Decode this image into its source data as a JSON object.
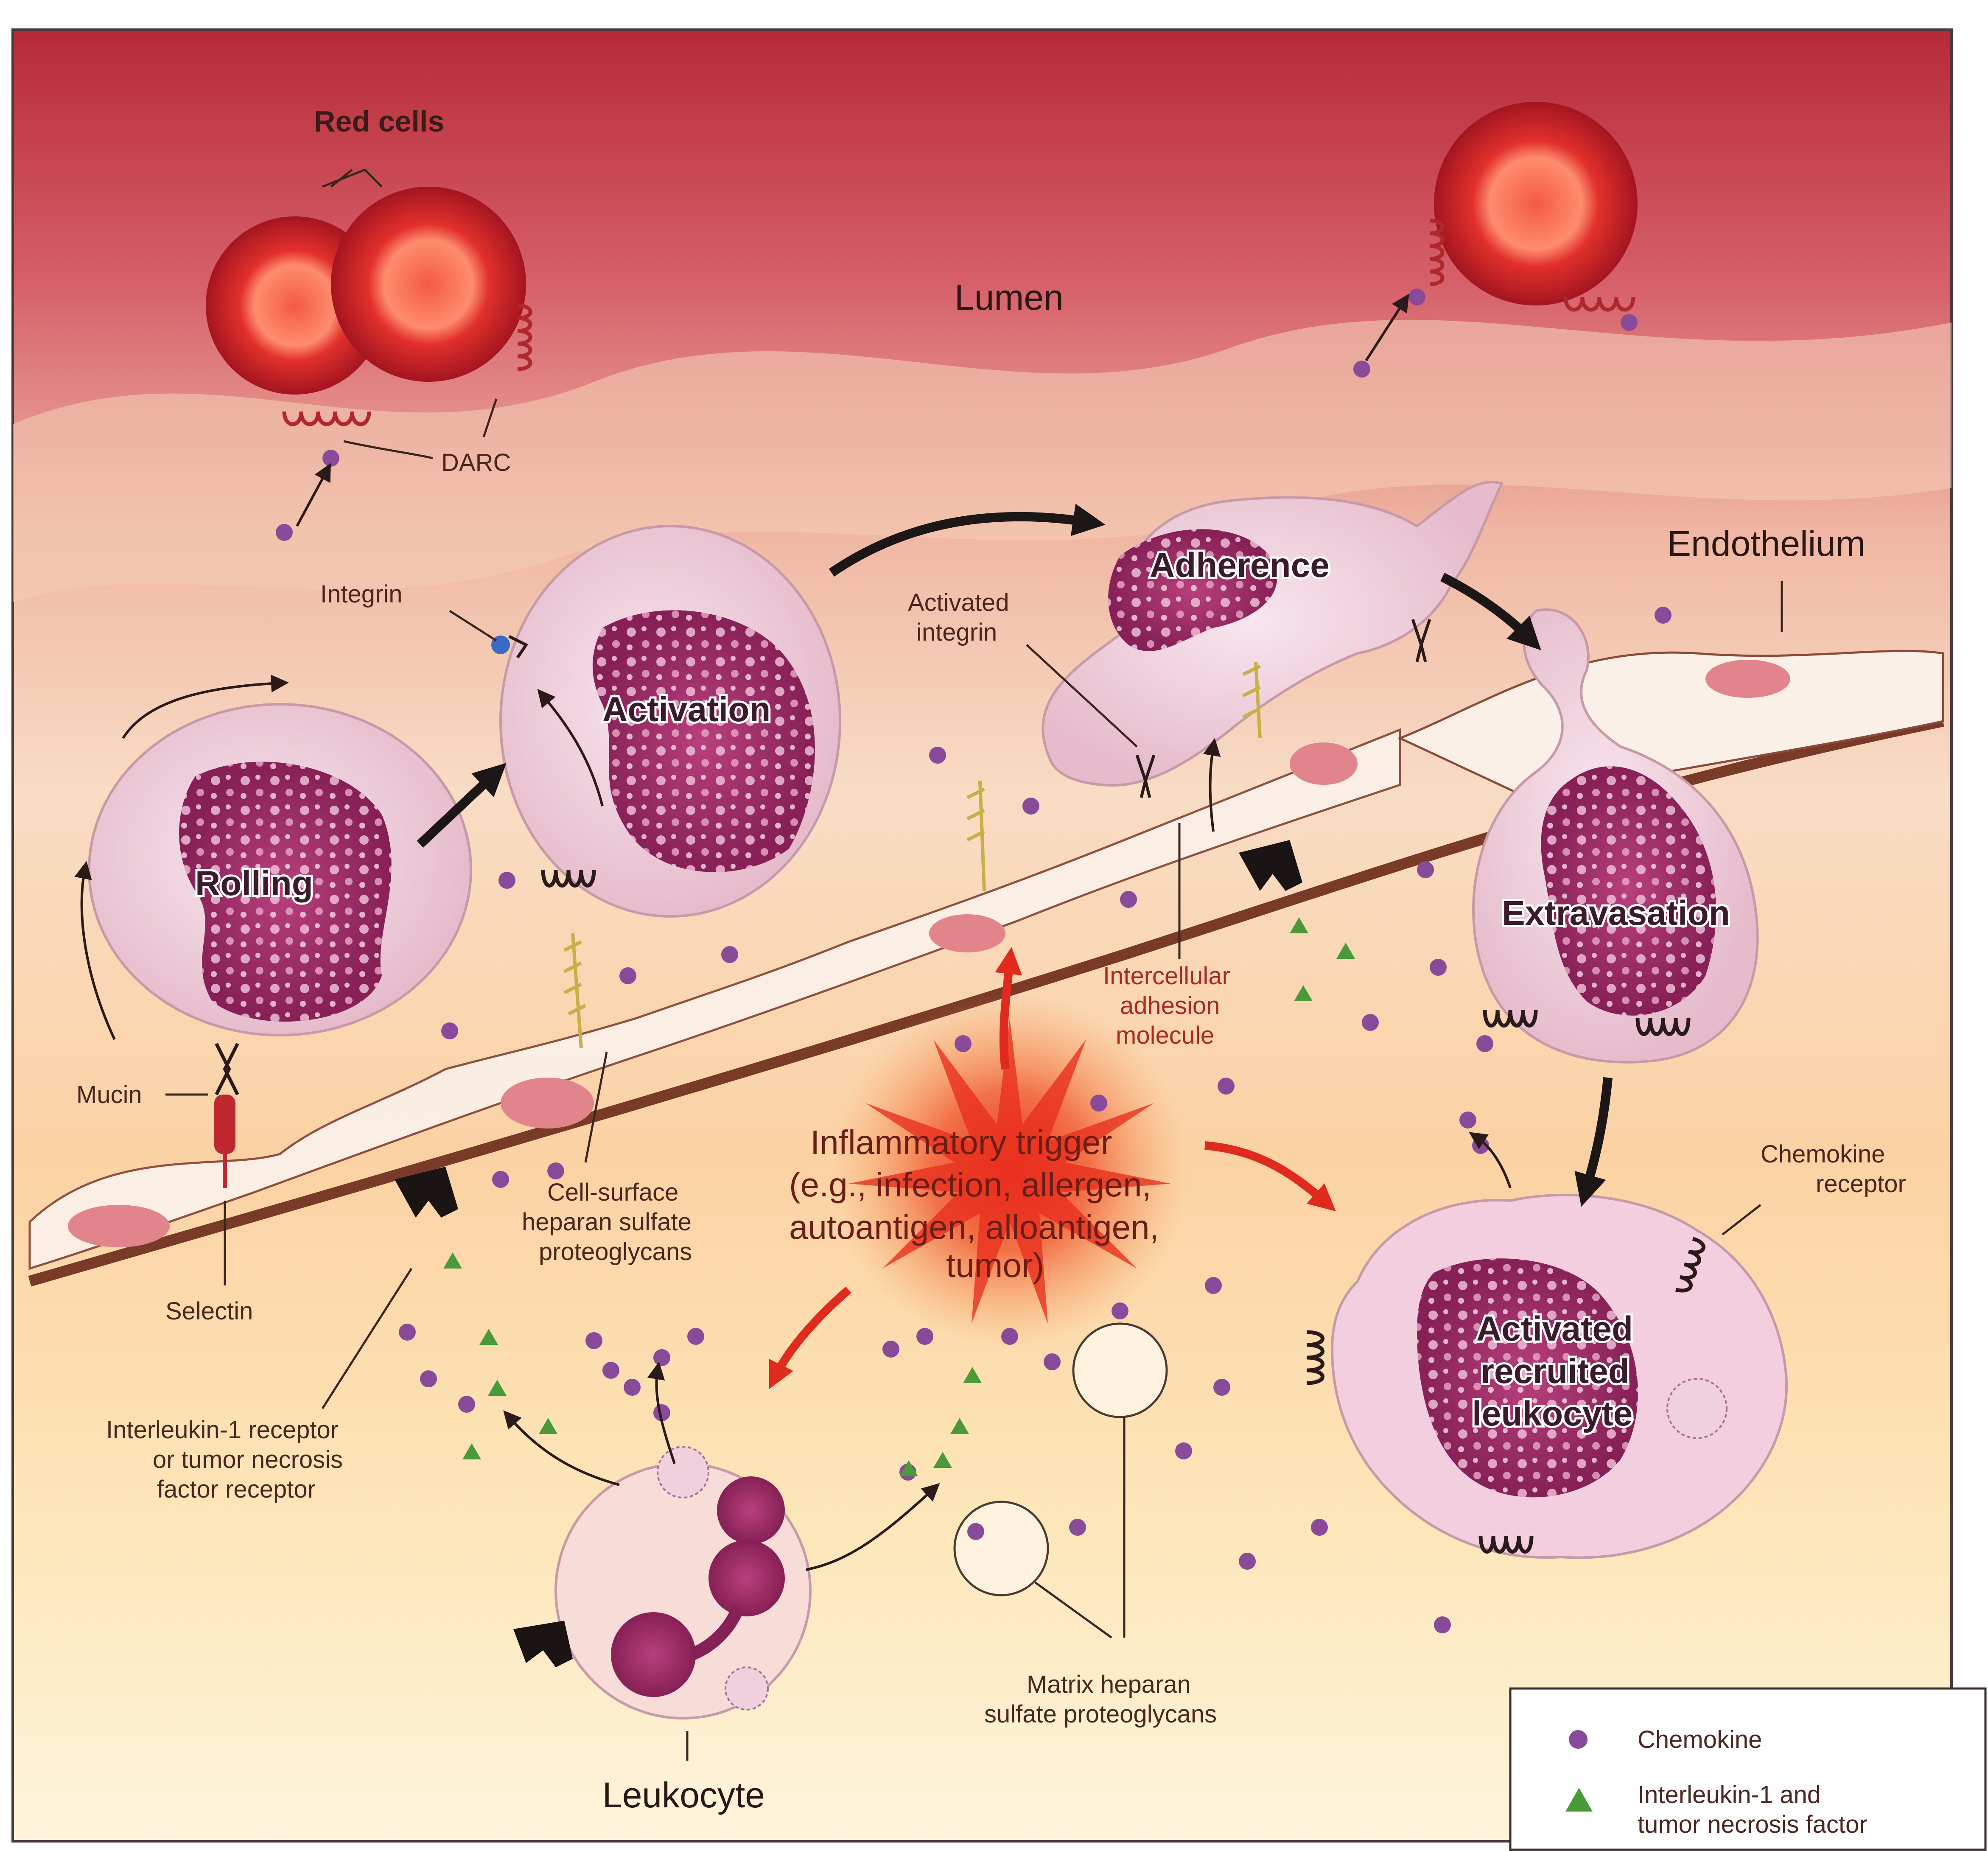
{
  "labels": {
    "red_cells": "Red cells",
    "lumen": "Lumen",
    "darc": "DARC",
    "integrin": "Integrin",
    "activated_integrin_1": "Activated",
    "activated_integrin_2": "integrin",
    "endothelium": "Endothelium",
    "mucin": "Mucin",
    "selectin": "Selectin",
    "cell_surface_hspg_1": "Cell-surface",
    "cell_surface_hspg_2": "heparan sulfate",
    "cell_surface_hspg_3": "proteoglycans",
    "icam_1": "Intercellular",
    "icam_2": "adhesion",
    "icam_3": "molecule",
    "il1_receptor_1": "Interleukin-1 receptor",
    "il1_receptor_2": "or tumor necrosis",
    "il1_receptor_3": "factor receptor",
    "chemokine_receptor_1": "Chemokine",
    "chemokine_receptor_2": "receptor",
    "matrix_hspg_1": "Matrix heparan",
    "matrix_hspg_2": "sulfate proteoglycans",
    "leukocyte": "Leukocyte"
  },
  "stages": {
    "rolling": "Rolling",
    "activation": "Activation",
    "adherence": "Adherence",
    "extravasation": "Extravasation",
    "activated_1": "Activated",
    "activated_2": "recruited",
    "activated_3": "leukocyte"
  },
  "trigger": {
    "line1": "Inflammatory trigger",
    "line2": "(e.g., infection, allergen,",
    "line3": "autoantigen, alloantigen,",
    "line4": "tumor)"
  },
  "legend": {
    "chemokine": "Chemokine",
    "il1_tnf_1": "Interleukin-1 and",
    "il1_tnf_2": "tumor necrosis factor"
  },
  "colors": {
    "chemokine": "#8a4a9a",
    "cytokine": "#4a9a3a",
    "red_cell": "#d8262a",
    "nucleus": "#9a2a6a",
    "trigger": "#e8301e"
  }
}
